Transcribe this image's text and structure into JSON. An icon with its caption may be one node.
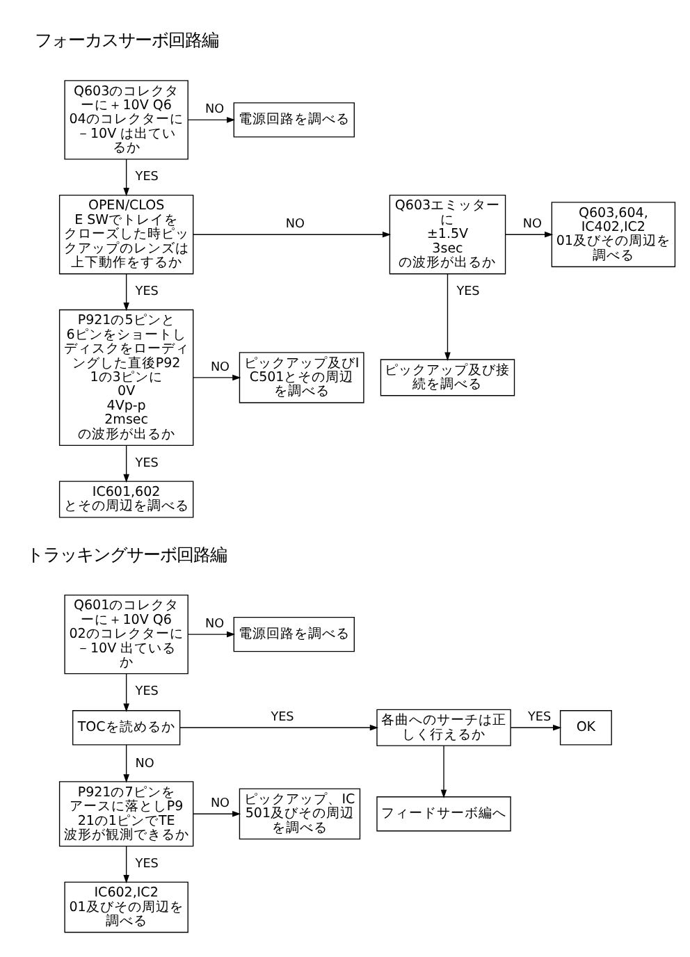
{
  "diagram": {
    "nodes": [
      {
        "text": [
          "Q603のコレクターに＋10V Q604のコレクターに－10V は出ているか"
        ]
      },
      {
        "text": [
          "電源回路を調べる"
        ]
      },
      {
        "text": [
          "OPEN/CLOSE SWでトレイをクローズした時ピックアップのレンズは上下動作をするか"
        ]
      },
      {
        "text": [
          "Q603エミッターに",
          "±1.5V",
          "3sec",
          "の波形が出るか"
        ]
      },
      {
        "text": [
          "Q603,604,IC402,IC201及びその周辺を調べる"
        ]
      },
      {
        "text": [
          "ピックアップ及び接続を調べる"
        ]
      },
      {
        "text": [
          "P921の5ピンと6ピンをショートしディスクをローディングした直後P921の3ピンに",
          "0V",
          "4Vp-p",
          "2msec",
          "の波形が出るか"
        ]
      },
      {
        "text": [
          "ピックアップ及びIC501とその周辺を調べる"
        ]
      },
      {
        "text": [
          "IC601,602とその周辺を調べる"
        ]
      },
      {
        "text": [
          "Q601のコレクターに＋10V Q602のコレクターに－10V 出ているか"
        ]
      },
      {
        "text": [
          "電源回路を調べる"
        ]
      },
      {
        "text": [
          "TOCを読めるか"
        ]
      },
      {
        "text": [
          "各曲へのサーチは正しく行えるか"
        ]
      },
      {
        "text": [
          "OK"
        ]
      },
      {
        "text": [
          "P921の7ピンをアースに落としP921の1ピンでTE波形が観測できるか"
        ]
      },
      {
        "text": [
          "フィードサーボ編へ"
        ]
      },
      {
        "text": [
          "ピックアップ、IC501及びその周辺を調べる"
        ]
      },
      {
        "text": [
          "IC602,IC201及びその周辺を調べる"
        ]
      }
    ],
    "edges": [
      {
        "from": 0,
        "to": 1,
        "arrow": "to",
        "label": "NO"
      },
      {
        "from": 0,
        "to": 2,
        "arrow": "to",
        "label": "YES"
      },
      {
        "from": 2,
        "to": 3,
        "arrow": "to",
        "label": "NO"
      },
      {
        "from": 2,
        "to": 6,
        "arrow": "to",
        "label": "YES"
      },
      {
        "from": 3,
        "to": 4,
        "arrow": "to",
        "label": "NO"
      },
      {
        "from": 3,
        "to": 5,
        "arrow": "to",
        "label": "YES"
      },
      {
        "from": 6,
        "to": 7,
        "arrow": "to",
        "label": "NO"
      },
      {
        "from": 6,
        "to": 8,
        "arrow": "to",
        "label": "YES"
      },
      {
        "from": 9,
        "to": 10,
        "arrow": "to",
        "label": "NO"
      },
      {
        "from": 9,
        "to": 11,
        "arrow": "to",
        "label": "YES"
      },
      {
        "from": 11,
        "to": 12,
        "arrow": "to",
        "label": "YES"
      },
      {
        "from": 12,
        "to": 13,
        "arrow": "to",
        "label": "YES"
      },
      {
        "from": 11,
        "to": 14,
        "arrow": "to",
        "label": "NO"
      },
      {
        "from": 12,
        "to": 15,
        "arrow": "to"
      },
      {
        "from": 14,
        "to": 16,
        "arrow": "to",
        "label": "NO"
      },
      {
        "from": 14,
        "to": 17,
        "arrow": "to",
        "label": "YES"
      }
    ],
    "labels": [
      "フォーカスサーボ回路編",
      "トラッキングサーボ回路編"
    ]
  }
}
